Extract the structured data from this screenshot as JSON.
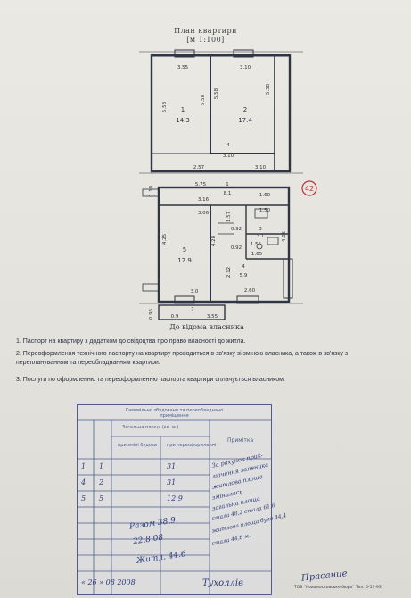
{
  "plan": {
    "title": "План квартири",
    "scale": "[м 1:100]",
    "footer": "До відома власника",
    "circle_tag": "42",
    "dims": {
      "top_left": "3.55",
      "top_right": "3.10",
      "left_height": "5.58",
      "mid_height": "5.58",
      "mid_height2": "5.58",
      "right_height": "5.58",
      "room1_num": "1",
      "room1_area": "14.3",
      "room2_num": "2",
      "room2_area": "17.4",
      "room4_num": "4",
      "room4_w": "3.10",
      "corr_left": "2.57",
      "corr_right": "3.10",
      "hall_top": "5.75",
      "hall_num": "1",
      "hall_area": "8.1",
      "hall_w": "3.16",
      "bath_w": "1.60",
      "bath_w2": "1.50",
      "left_side": "1.18",
      "room5_h": "4.25",
      "room5_w": "3.06",
      "room5_num": "5",
      "room5_area": "12.9",
      "room5_h2": "4.28",
      "sm_a": "1.57",
      "sm_b": "0.92",
      "sm_c": "0.92",
      "sm_d": "1.65",
      "room3_num": "3",
      "room3_area": "3.1",
      "wc_w": "1.55",
      "kitchen_num": "4",
      "kitchen_area": "5.9",
      "kitchen_w": "2.60",
      "kitchen_h": "2.12",
      "right_low": "4.05",
      "bottom_w": "3.0",
      "balc_h": "0.96",
      "balc_a": "0.9",
      "balc_b": "3.55",
      "balc_num": "7"
    }
  },
  "notes": [
    "1. Паспорт на квартиру з додатком до свідоцтва про право власності до житла.",
    "2. Переоформлення технічного паспорту на квартиру проводиться в зв'язку зі зміною власника, а також в зв'язку з переплануванням та переобладнанням квартири.",
    "3. Послуги по оформленню та переоформленню паспорта квартири сплачується власником."
  ],
  "stamp": {
    "header": "Самовільно збудовано та переобладнано приміщення",
    "col_area": "Загальна площа (кв. м.)",
    "col_before": "при зміні будови",
    "col_after": "при переоформленні",
    "col_note": "Примітка",
    "rows": [
      {
        "n": "1",
        "room": "1",
        "area": "31"
      },
      {
        "n": "4",
        "room": "2",
        "area": "31"
      },
      {
        "n": "5",
        "room": "5",
        "area": "12.9"
      }
    ],
    "sum1": "Разом 38.9",
    "sum2": "22.8.08",
    "sum3": "Житл. 44.6",
    "date": "« 26 » 08 2008",
    "hw_lines": [
      "За рахунок прик-",
      "лючення заявника",
      "житлова площа",
      "змінилась",
      "загальна площа",
      "стала 48,2 стала 61,6",
      "житлова площа було 44,4",
      "стала 44,6 м."
    ],
    "signature": "Тухоллів",
    "right_sig": "Прасание",
    "org": "ТОВ \"Новомосковське бюро\" Тел. 5-57-93"
  }
}
